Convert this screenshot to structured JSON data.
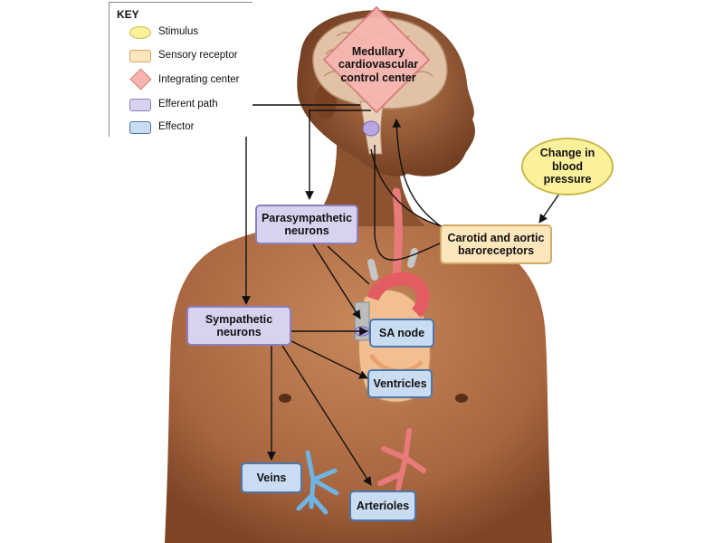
{
  "key": {
    "title": "KEY",
    "items": [
      {
        "label": "Stimulus"
      },
      {
        "label": "Sensory receptor"
      },
      {
        "label": "Integrating center"
      },
      {
        "label": "Efferent path"
      },
      {
        "label": "Effector"
      }
    ]
  },
  "integrating_center": {
    "line1": "Medullary",
    "line2": "cardiovascular",
    "line3": "control center"
  },
  "stimulus": {
    "line1": "Change in",
    "line2": "blood",
    "line3": "pressure"
  },
  "receptor": {
    "line1": "Carotid and aortic",
    "line2": "baroreceptors"
  },
  "parasympathetic": {
    "line1": "Parasympathetic",
    "line2": "neurons"
  },
  "sympathetic": {
    "line1": "Sympathetic",
    "line2": "neurons"
  },
  "effectors": {
    "sa_node": "SA node",
    "ventricles": "Ventricles",
    "veins": "Veins",
    "arterioles": "Arterioles"
  },
  "colors": {
    "stimulus": "#fbf19a",
    "sensory_receptor": "#fde5bc",
    "integrating_center": "#f7b5b1",
    "efferent_path": "#d9d2ef",
    "effector": "#c9dcf2",
    "skin": "#b06e45",
    "brain": "#e2c2a6",
    "artery": "#e87a7a"
  }
}
